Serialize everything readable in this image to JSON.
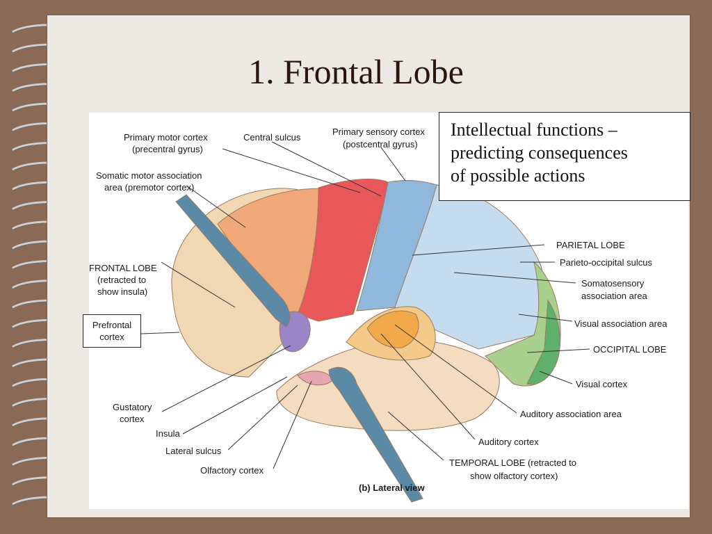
{
  "slide": {
    "title": "1.  Frontal Lobe",
    "callout_lines": [
      "Intellectual functions –",
      "predicting consequences",
      "of possible actions"
    ],
    "prefrontal_box": [
      "Prefrontal",
      "cortex"
    ]
  },
  "figure": {
    "labels": {
      "primary_motor_1": "Primary motor cortex",
      "primary_motor_2": "(precentral gyrus)",
      "central_sulcus": "Central sulcus",
      "primary_sensory_1": "Primary sensory cortex",
      "primary_sensory_2": "(postcentral gyrus)",
      "somatic_motor_1": "Somatic motor association",
      "somatic_motor_2": "area (premotor cortex)",
      "parietal_lobe": "PARIETAL LOBE",
      "parieto_occipital": "Parieto-occipital sulcus",
      "frontal_lobe_1": "FRONTAL LOBE",
      "frontal_lobe_2": "(retracted to",
      "frontal_lobe_3": "show insula)",
      "somatosensory_1": "Somatosensory",
      "somatosensory_2": "association area",
      "visual_assoc": "Visual association area",
      "occipital_lobe": "OCCIPITAL LOBE",
      "visual_cortex": "Visual cortex",
      "gustatory_1": "Gustatory",
      "gustatory_2": "cortex",
      "insula": "Insula",
      "lateral_sulcus": "Lateral sulcus",
      "olfactory": "Olfactory cortex",
      "auditory_assoc": "Auditory association area",
      "auditory_cortex": "Auditory cortex",
      "temporal_1": "TEMPORAL LOBE (retracted to",
      "temporal_2": "show olfactory cortex)",
      "caption": "(b) Lateral view"
    },
    "colors": {
      "frontal": "#f2d7b4",
      "premotor": "#f0a878",
      "motor": "#e8575a",
      "sensory": "#8fb8dc",
      "parietal": "#c4dced",
      "occipital": "#a8d08c",
      "visual_cortex": "#5fb06a",
      "auditory": "#f2a94a",
      "auditory_assoc": "#f4c98a",
      "temporal": "#f3dcc0",
      "insula": "#9b84c8",
      "olfactory": "#e6a6b2",
      "retractor": "#5a8aa6"
    }
  }
}
